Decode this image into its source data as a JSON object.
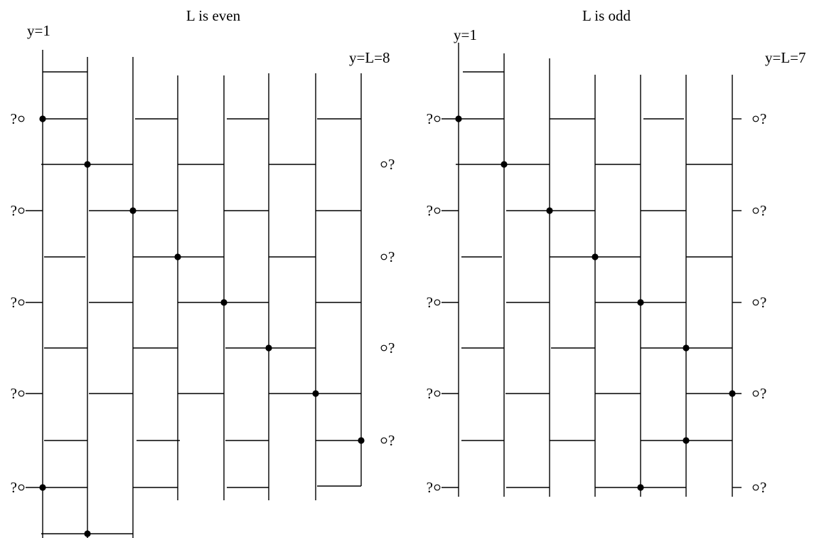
{
  "colors": {
    "line": "#000000",
    "background": "#ffffff"
  },
  "panels": [
    {
      "id": "even",
      "title": "L is even",
      "start_label": "y=1",
      "end_label": "y=L=8",
      "site_count": 8,
      "open_marker_text": "?",
      "left_marker_count": 5,
      "right_marker_count": 4,
      "filled_dot_count": 10
    },
    {
      "id": "odd",
      "title": "L is odd",
      "start_label": "y=1",
      "end_label": "y=L=7",
      "site_count": 7,
      "open_marker_text": "?",
      "left_marker_count": 5,
      "right_marker_count": 5,
      "filled_dot_count": 9
    }
  ]
}
